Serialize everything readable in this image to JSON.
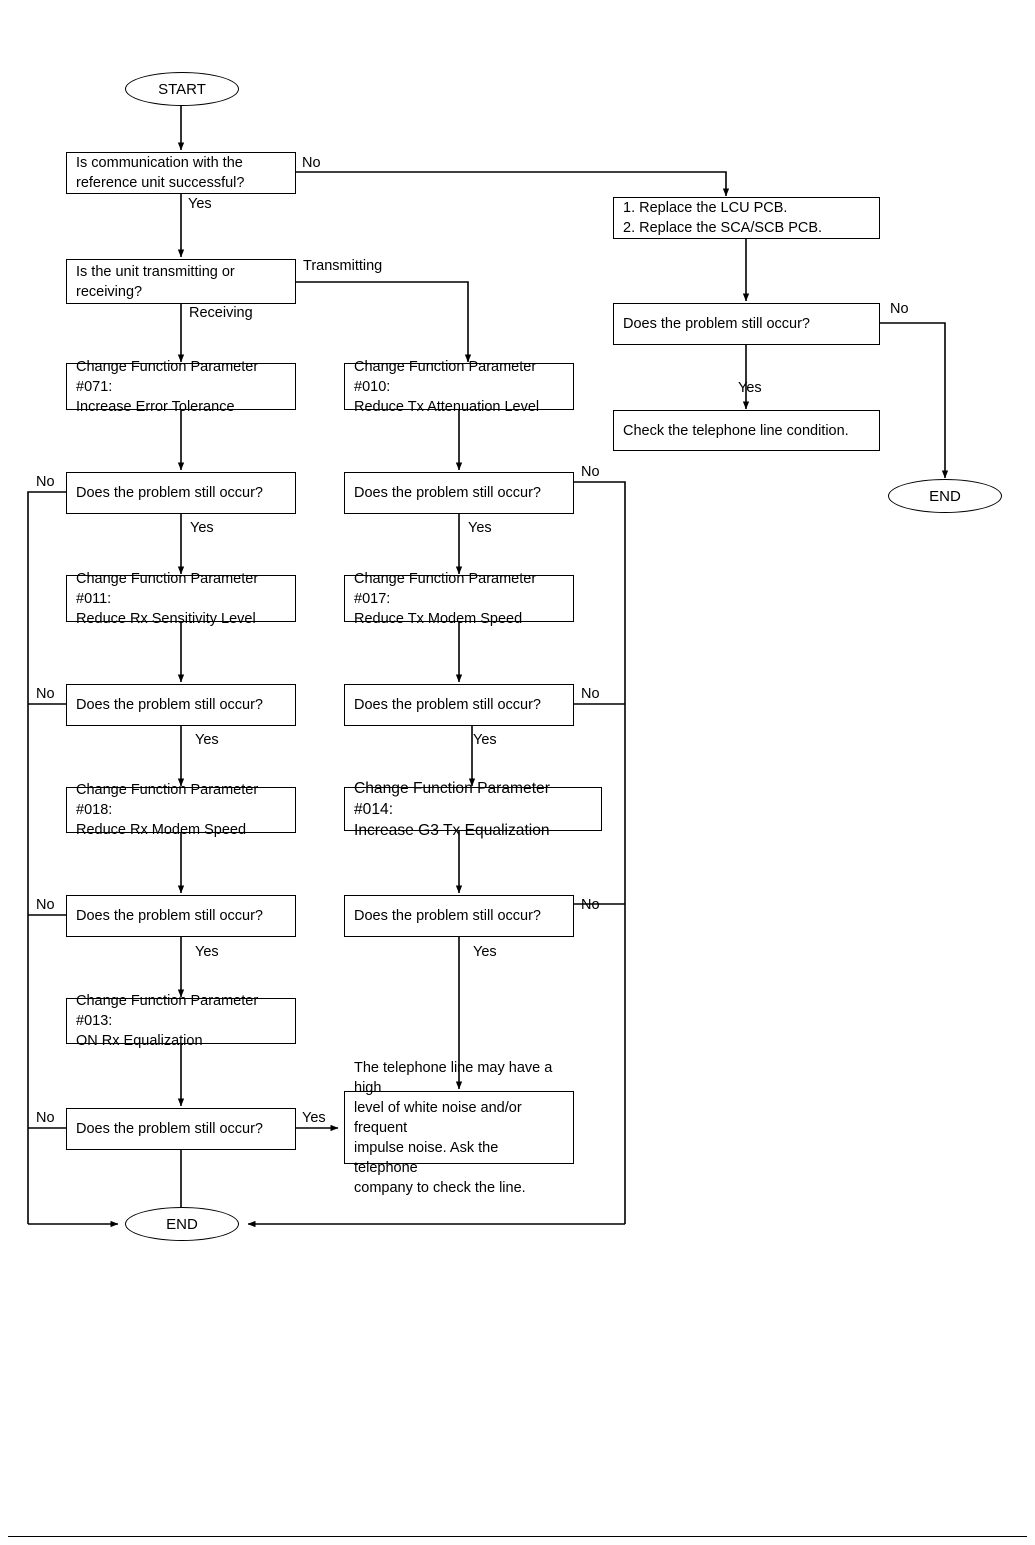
{
  "diagram": {
    "title": "Communication Troubleshooting Flowchart",
    "type": "flowchart",
    "line_color": "#000000",
    "background_color": "#ffffff"
  },
  "terminals": {
    "start": "START",
    "end_bottom": "END",
    "end_right": "END"
  },
  "nodes": {
    "q_comm": "Is communication with the\nreference unit successful?",
    "q_txrx": "Is the unit transmitting or\nreceiving?",
    "replace_pcb": "1. Replace the LCU PCB.\n2. Replace the SCA/SCB PCB.",
    "q_problem_right": "Does the problem still occur?",
    "check_line": "Check the telephone line condition.",
    "p071": "Change Function Parameter #071:\nIncrease Error Tolerance",
    "q_problem_l1": "Does the problem still occur?",
    "p011": "Change Function Parameter #011:\nReduce Rx Sensitivity Level",
    "q_problem_l2": "Does the problem still occur?",
    "p018": "Change Function Parameter #018:\nReduce Rx Modem Speed",
    "q_problem_l3": "Does the problem still occur?",
    "p013": "Change Function Parameter #013:\nON Rx Equalization",
    "q_problem_l4": "Does the problem still occur?",
    "p010": "Change Function Parameter #010:\nReduce Tx Attenuation Level",
    "q_problem_m1": "Does the problem still occur?",
    "p017": "Change Function Parameter #017:\nReduce Tx Modem Speed",
    "q_problem_m2": "Does the problem still occur?",
    "p014": "Change Function Parameter #014:\nIncrease G3 Tx Equalization",
    "q_problem_m3": "Does the problem still occur?",
    "noise_notice": "The telephone line may have a high\nlevel of white noise and/or frequent\nimpulse noise. Ask the telephone\ncompany to check the line."
  },
  "edge_labels": {
    "no_comm": "No",
    "yes_comm": "Yes",
    "transmitting": "Transmitting",
    "receiving": "Receiving",
    "no_right": "No",
    "yes_right": "Yes",
    "no_l1": "No",
    "yes_l1": "Yes",
    "no_l2": "No",
    "yes_l2": "Yes",
    "no_l3": "No",
    "yes_l3": "Yes",
    "no_l4": "No",
    "yes_l4": "Yes",
    "no_m1": "No",
    "yes_m1": "Yes",
    "no_m2": "No",
    "yes_m2": "Yes",
    "no_m3": "No",
    "yes_m3": "Yes"
  }
}
